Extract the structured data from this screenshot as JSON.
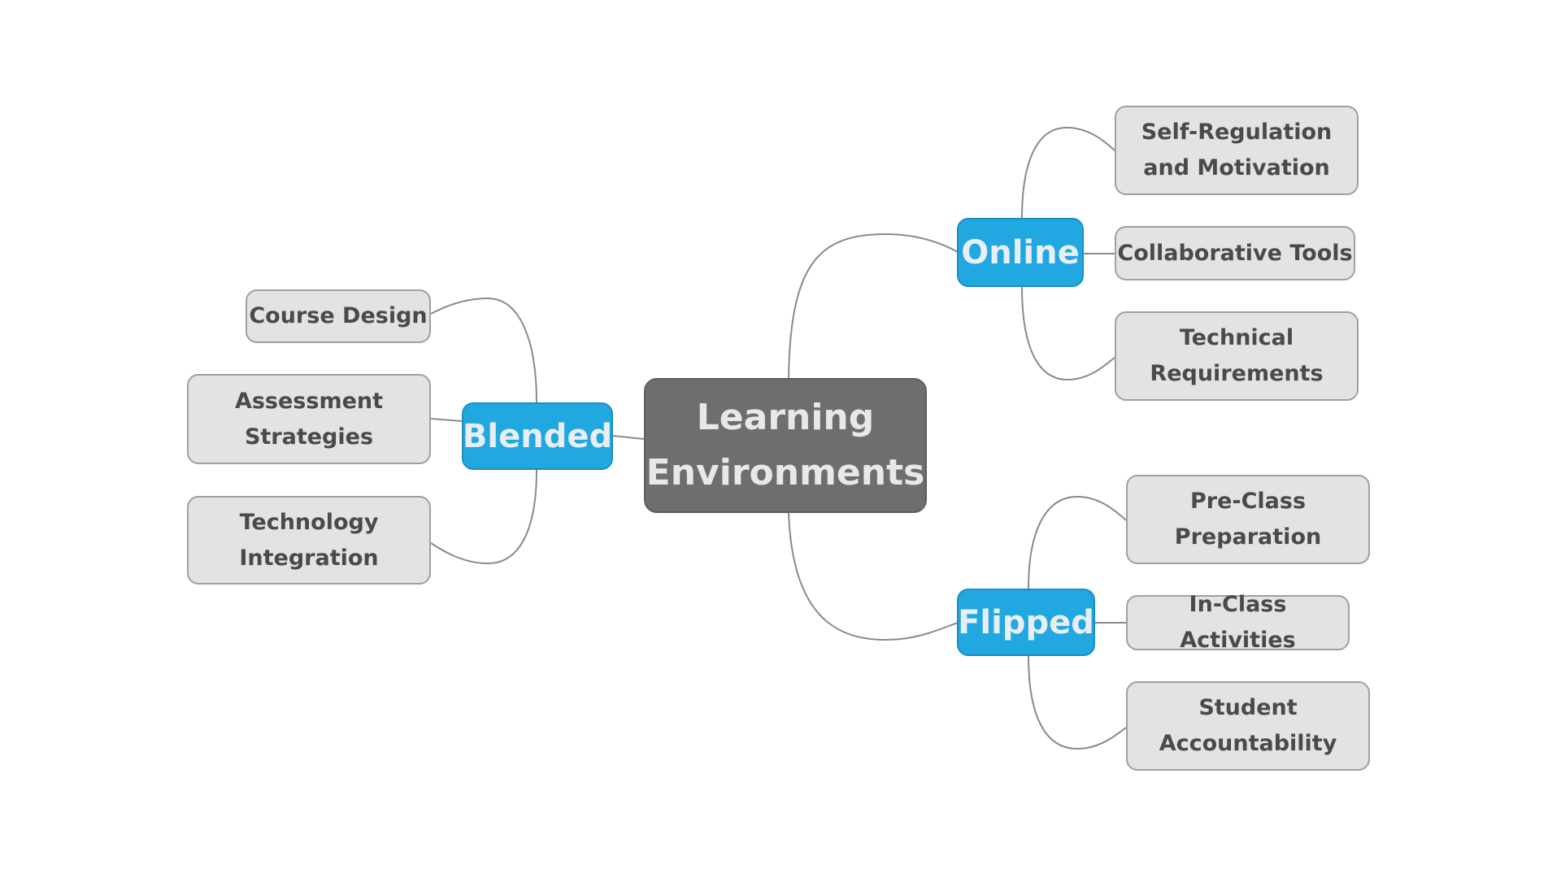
{
  "central": {
    "label_line1": "Learning",
    "label_line2": "Environments"
  },
  "branches": {
    "online": {
      "label": "Online",
      "children": [
        {
          "line1": "Self-Regulation",
          "line2": "and Motivation"
        },
        {
          "line1": "Collaborative Tools",
          "line2": ""
        },
        {
          "line1": "Technical",
          "line2": "Requirements"
        }
      ]
    },
    "blended": {
      "label": "Blended",
      "children": [
        {
          "line1": "Course Design",
          "line2": ""
        },
        {
          "line1": "Assessment",
          "line2": "Strategies"
        },
        {
          "line1": "Technology",
          "line2": "Integration"
        }
      ]
    },
    "flipped": {
      "label": "Flipped",
      "children": [
        {
          "line1": "Pre-Class",
          "line2": "Preparation"
        },
        {
          "line1": "In-Class Activities",
          "line2": ""
        },
        {
          "line1": "Student",
          "line2": "Accountability"
        }
      ]
    }
  },
  "colors": {
    "central": "#6e6e6e",
    "branch": "#22a8e0",
    "leaf": "#e3e3e3",
    "connector": "#8a8a8a"
  }
}
